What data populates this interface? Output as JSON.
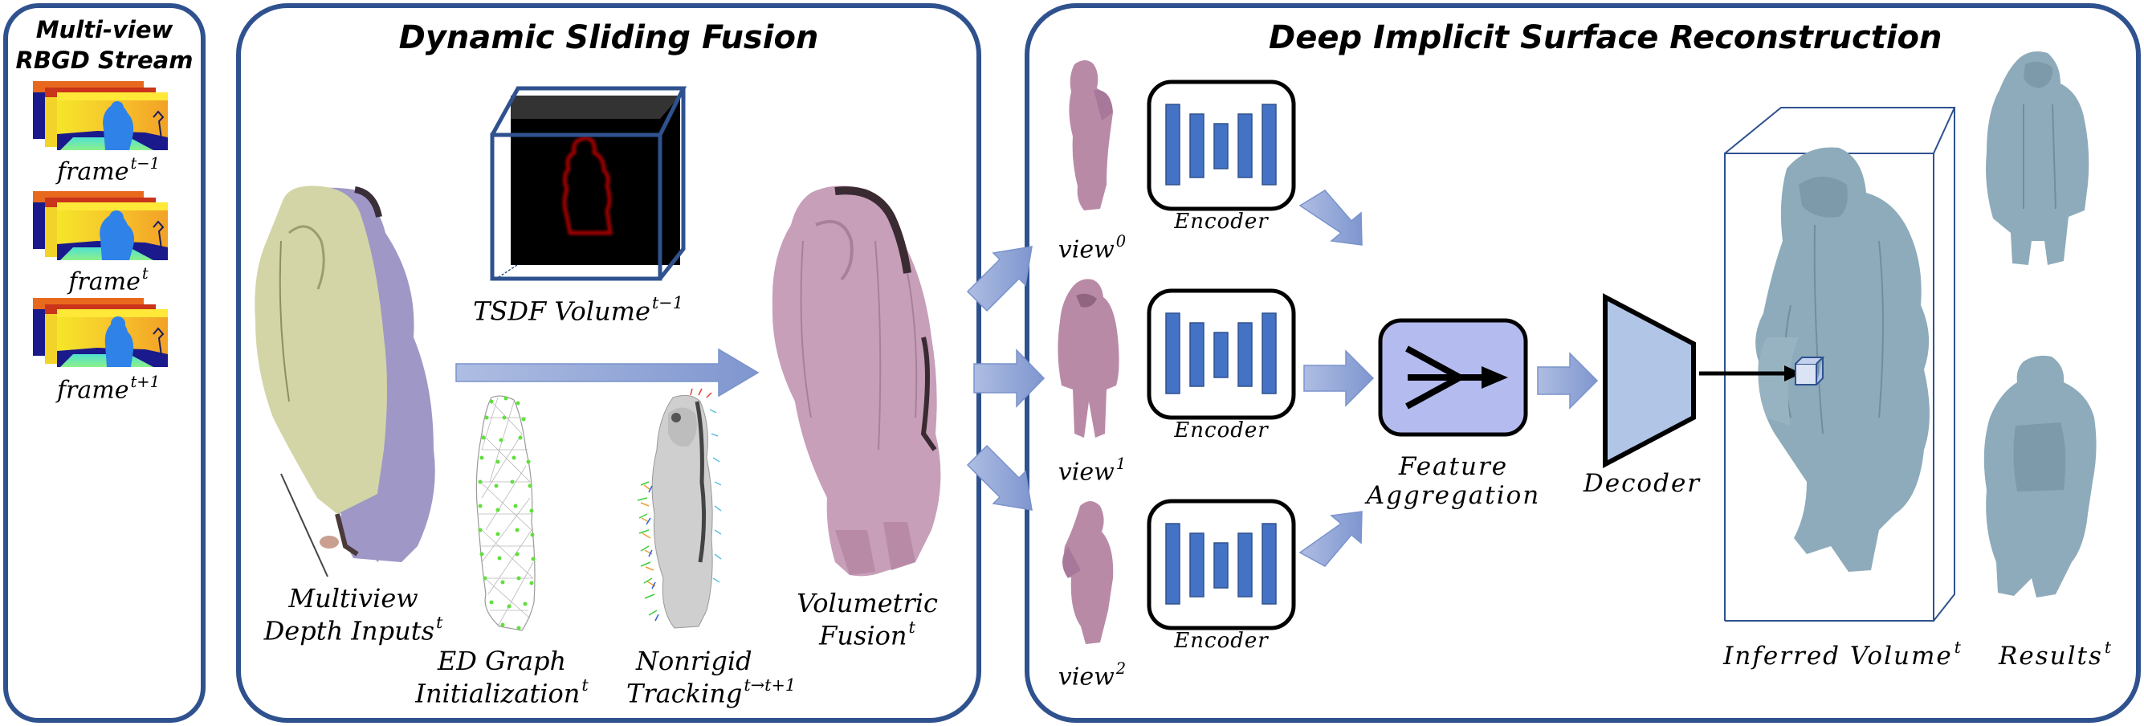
{
  "colors": {
    "panel_border": "#2f528f",
    "arrow_fill_start": "#a9b9df",
    "arrow_fill_end": "#8097cf",
    "arrow_stroke": "#7a93cc",
    "encoder_bar": "#4472c4",
    "encoder_bar_stroke": "#2f528f",
    "aggregation_fill": "#b4bbef",
    "decoder_fill": "#b1c5e6",
    "input_mesh": "#d4d5a6",
    "input_mesh_back": "#9f97c6",
    "fusion_mesh": "#c79fb8",
    "view_mesh": "#b98aa6",
    "result_mesh": "#8eabbb",
    "tsdf_volume_bg": "#000000",
    "tsdf_contour": "#8b0000",
    "graph_node": "#5fe03c"
  },
  "panels": {
    "stream": {
      "title_line1": "Multi-view",
      "title_line2": "RBGD Stream",
      "frames": [
        {
          "base": "frame",
          "sup": "t−1"
        },
        {
          "base": "frame",
          "sup": "t"
        },
        {
          "base": "frame",
          "sup": "t+1"
        }
      ]
    },
    "fusion": {
      "title": "Dynamic Sliding Fusion",
      "tsdf_label": {
        "base": "TSDF Volume",
        "sup": "t−1"
      },
      "depth_label": {
        "line1": "Multiview",
        "base": "Depth Inputs",
        "sup": "t"
      },
      "ed_graph_label": {
        "line1": "ED Graph",
        "base": "Initialization",
        "sup": "t"
      },
      "tracking_label": {
        "line1": "Nonrigid",
        "base": "Tracking",
        "sup": "t→t+1"
      },
      "volumetric_label": {
        "line1": "Volumetric",
        "base": "Fusion",
        "sup": "t"
      }
    },
    "reconstruction": {
      "title": "Deep Implicit Surface Reconstruction",
      "views": [
        {
          "base": "view",
          "sup": "0"
        },
        {
          "base": "view",
          "sup": "1"
        },
        {
          "base": "view",
          "sup": "2"
        }
      ],
      "encoder_label": "Encoder",
      "aggregation_label_line1": "Feature",
      "aggregation_label_line2": "Aggregation",
      "decoder_label": "Decoder",
      "inferred_label": {
        "base": "Inferred Volume",
        "sup": "t"
      },
      "results_label": {
        "base": "Results",
        "sup": "t"
      }
    }
  }
}
